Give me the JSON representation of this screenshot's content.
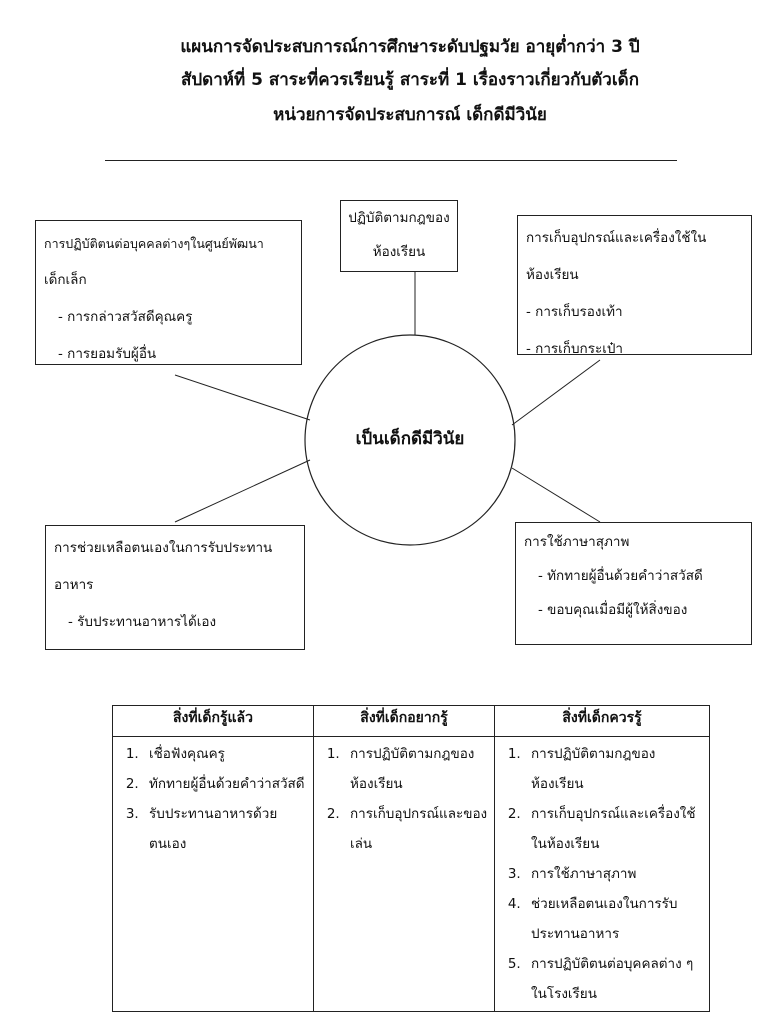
{
  "header": {
    "line1": "แผนการจัดประสบการณ์การศึกษาระดับปฐมวัย อายุต่ำกว่า 3 ปี",
    "line2": "สัปดาห์ที่ 5 สาระที่ควรเรียนรู้ สาระที่ 1 เรื่องราวเกี่ยวกับตัวเด็ก",
    "line3": "หน่วยการจัดประสบการณ์ เด็กดีมีวินัย"
  },
  "mindmap": {
    "center": "เป็นเด็กดีมีวินัย",
    "top": {
      "lines": [
        "ปฏิบัติตามกฎของ",
        "ห้องเรียน"
      ]
    },
    "top_left": {
      "lines": [
        "การปฏิบัติตนต่อบุคคลต่างๆในศูนย์พัฒนา",
        "เด็กเล็ก"
      ],
      "items": [
        "- การกล่าวสวัสดีคุณครู",
        "- การยอมรับผู้อื่น"
      ]
    },
    "top_right": {
      "lines": [
        "การเก็บอุปกรณ์และเครื่องใช้ใน",
        "ห้องเรียน"
      ],
      "items": [
        "- การเก็บรองเท้า",
        "- การเก็บกระเป๋า"
      ]
    },
    "bottom_left": {
      "lines": [
        "การช่วยเหลือตนเองในการรับประทาน",
        "อาหาร"
      ],
      "items": [
        "- รับประทานอาหารได้เอง"
      ]
    },
    "bottom_right": {
      "lines": [
        "การใช้ภาษาสุภาพ"
      ],
      "items": [
        "- ทักทายผู้อื่นด้วยคำว่าสวัสดี",
        "- ขอบคุณเมื่อมีผู้ให้สิ่งของ"
      ]
    }
  },
  "table": {
    "headers": [
      "สิ่งที่เด็กรู้แล้ว",
      "สิ่งที่เด็กอยากรู้",
      "สิ่งที่เด็กควรรู้"
    ],
    "columns": [
      [
        "เชื่อฟังคุณครู",
        "ทักทายผู้อื่นด้วยคำว่าสวัสดี",
        "รับประทานอาหารด้วยตนเอง"
      ],
      [
        "การปฏิบัติตามกฎของห้องเรียน",
        "การเก็บอุปกรณ์และของเล่น"
      ],
      [
        "การปฏิบัติตามกฎของห้องเรียน",
        "การเก็บอุปกรณ์และเครื่องใช้ในห้องเรียน",
        "การใช้ภาษาสุภาพ",
        "ช่วยเหลือตนเองในการรับประทานอาหาร",
        "การปฏิบัติตนต่อบุคคลต่าง ๆ ในโรงเรียน"
      ]
    ]
  }
}
